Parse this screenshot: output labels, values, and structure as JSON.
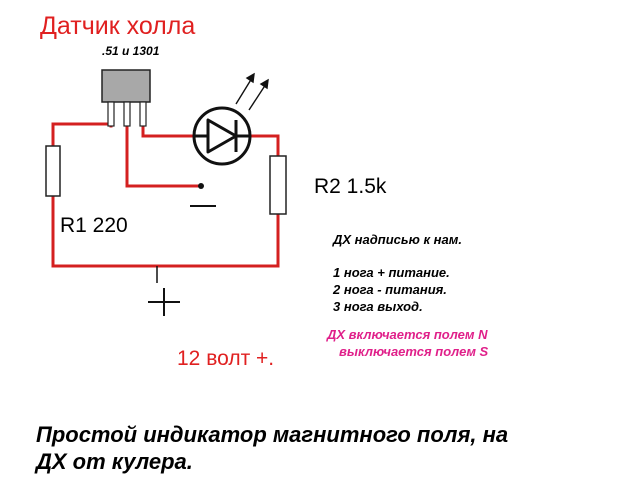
{
  "title": "Датчик холла",
  "sensor_model": ".51 и 1301",
  "r2_label": "R2  1.5k",
  "r1_label": "R1 220",
  "voltage_label": "12 волт +.",
  "notes": {
    "orientation": "ДХ надписью к нам.",
    "leg1": "1 нога + питание.",
    "leg2": "2 нога  - питания.",
    "leg3": "3 нога  выход."
  },
  "field_notes": {
    "on": "ДХ включается полем N",
    "off": "выключается полем S"
  },
  "caption_line1": "Простой индикатор магнитного поля, на",
  "caption_line2": "ДХ от кулера.",
  "colors": {
    "accent_red": "#e02020",
    "wire": "#d42020",
    "pink": "#e0208a",
    "ink": "#000000"
  }
}
